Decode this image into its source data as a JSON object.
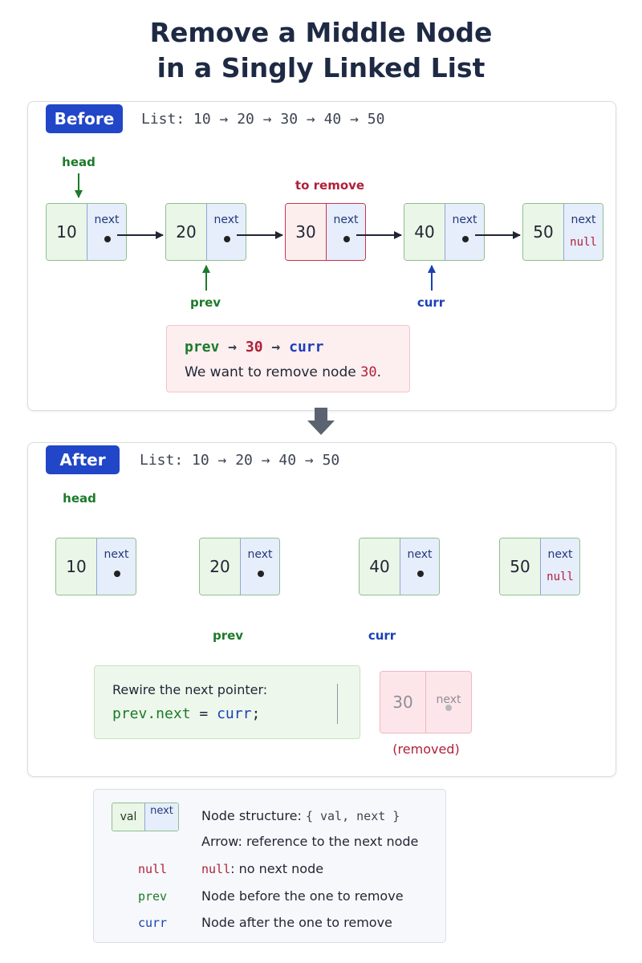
{
  "title": {
    "line1": "Remove a Middle Node",
    "line2": "in a Singly Linked List"
  },
  "before": {
    "badge": "Before",
    "list_label": "List:",
    "list_values": "10 → 20 → 30 → 40 → 50",
    "nodes": [
      {
        "val": "10",
        "next": "next"
      },
      {
        "val": "20",
        "next": "next"
      },
      {
        "val": "30",
        "next": "next"
      },
      {
        "val": "40",
        "next": "next"
      },
      {
        "val": "50",
        "next": "next",
        "null": "null"
      }
    ],
    "head_label": "head",
    "to_remove_label": "to remove",
    "prev_label": "prev",
    "curr_label": "curr",
    "callout": {
      "prev": "prev",
      "arrow1": "→",
      "target": "30",
      "arrow2": "→",
      "curr": "curr",
      "sentence": "We want to remove node",
      "sentence_value": "30",
      "sentence_end": "."
    }
  },
  "after": {
    "badge": "After",
    "list_label": "List:",
    "list_values": "10 → 20 → 40 → 50",
    "nodes": [
      {
        "val": "10",
        "next": "next"
      },
      {
        "val": "20",
        "next": "next"
      },
      {
        "val": "40",
        "next": "next"
      },
      {
        "val": "50",
        "next": "next",
        "null": "null"
      }
    ],
    "head_label": "head",
    "prev_label": "prev",
    "curr_label": "curr",
    "rewire": {
      "heading": "Rewire the next pointer:",
      "code_prev": "prev.next",
      "code_eq": "=",
      "code_curr": "curr",
      "code_end": ";"
    },
    "removed_node": {
      "val": "30",
      "next": "next",
      "label": "(removed)"
    }
  },
  "legend": {
    "node_val": "val",
    "node_next": "next",
    "node_structure_label": "Node structure:",
    "node_structure_code": "{ val, next }",
    "arrow_bold": "Arrow:",
    "arrow_text": "reference to the next node",
    "null_key": "null",
    "null_text_code": "null",
    "null_text": ": no next node",
    "prev_key": "prev",
    "prev_text": "Node before the one to remove",
    "curr_key": "curr",
    "curr_text": "Node after the one to remove"
  },
  "colors": {
    "accent_blue": "#2146c7",
    "prev_green": "#1c7a2a",
    "curr_blue": "#1a3fb8",
    "remove_red": "#b0203a"
  }
}
